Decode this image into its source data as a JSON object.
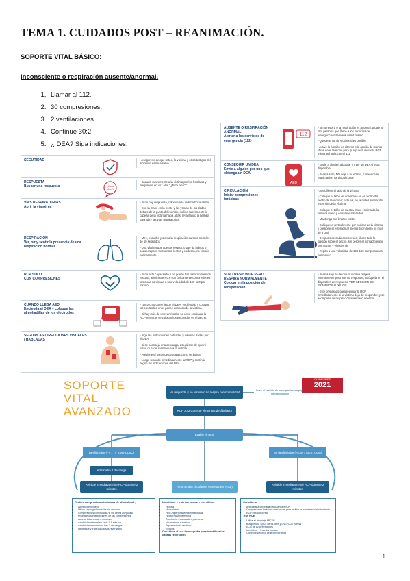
{
  "doc": {
    "title": "TEMA 1. CUIDADOS POST – REANIMACIÓN.",
    "section": "SOPORTE VITAL BÁSICO",
    "section_colon": ":",
    "subsection": "Inconsciente o respiración ausente/anormal.",
    "steps": [
      "Llamar al 112.",
      "30 compresiones.",
      "2 ventilaciones.",
      "Continue 30:2.",
      "¿ DEA? Siga indicaciones."
    ],
    "page_number": "1"
  },
  "bls_left": [
    {
      "label": "SEGURIDAD",
      "sub": "",
      "icon": "shield-check-icon",
      "text": [
        "Asegúrese de que usted, la víctima y otros testigos del incidente estén a salvo."
      ]
    },
    {
      "label": "RESPUESTA",
      "sub": "Buscar una respuesta",
      "icon": "speech-bubble-icon",
      "text": [
        "Sacuda suavemente a la víctima por los hombros y pregúntele en voz alta: \"¿Está bien?\""
      ]
    },
    {
      "label": "VÍAS RESPIRATORIAS",
      "sub": "Abrir la vía aérea",
      "icon": "head-tilt-icon",
      "text": [
        "Si no hay respuesta, coloque a la víctima boca arriba",
        "Con la mano en la frente y las yemas de los dedos debajo de la punta del mentón, incline suavemente la cabeza de la víctima hacia atrás, levantando la barbilla para abrir las vías respiratorias."
      ]
    },
    {
      "label": "RESPIRACIÓN",
      "sub": "Ver, oír y sentir la presencia de una respiración normal",
      "icon": "lungs-icon",
      "text": [
        "Mire, escuche y sienta la respiración durante no más de 10 segundos",
        "Una víctima que apenas respira, o que da jadeos o boqueos poco frecuentes, lentos y ruidosos, no respira normalmente."
      ]
    },
    {
      "label": "RCP SÓLO",
      "sub": "CON COMPRESIONES",
      "icon": "heart-hands-icon",
      "text": [
        "Si no está capacitado o no puede dar respiraciones de rescate, administre RCP con únicamente compresiones torácicas continuas a una velocidad de 100-120 por minuto"
      ]
    },
    {
      "label": "CUANDO LLEGA AED",
      "sub": "Encienda el DEA y coloque las almohadillas de los electrodos",
      "icon": "aed-device-icon",
      "text": [
        "Tan pronto como llegue el DEA, enciéndalo y coloque los electrodos en el pecho desnudo de la víctima.",
        "Si hay más de un reanimador, se debe continuar la RCP mientras se colocan los electrodos en el pecho."
      ]
    },
    {
      "label": "SEGUIRLAS DIRECCIONES VISUALES / HABLADAS",
      "sub": "",
      "icon": "person-pads-icon",
      "text": [
        "Siga las instrucciones habladas y visuales dadas por el DEA",
        "Si se aconseja una descarga, asegúrese de que ni usted ni nadie más toque a la víctima",
        "Presione el botón de descarga como se indica",
        "Luego reanude inmediatamente la RCP y continúe según las indicaciones del DEA"
      ]
    }
  ],
  "bls_right": [
    {
      "label": "AUSENTE O RESPIRACIÓN ANORMAL",
      "sub": "Alertar a los servicios de emergencia (112)",
      "icon": "phone-112-icon",
      "icon_text": "112",
      "text": [
        "Si no respira o la respiración es anormal, pídale a otra persona que llame a los servicios de emergencia o llámelos usted mismo",
        "Quédese con la víctima si es posible",
        "Active la función de altavoz o la opción de manos libres en el teléfono para que pueda iniciar la RCP mientras habla con el 112"
      ]
    },
    {
      "label": "CONSEGUIR UN DEA",
      "sub": "Envíe a alguien por uno que obtenga un DEA",
      "icon": "aed-sign-icon",
      "icon_text": "AED",
      "text": [
        "Envíe a alguien a buscar y traer un DEA si está disponible",
        "Si está solo, NO deje a la víctima, comience la reanimación cardiopulmonar"
      ]
    },
    {
      "label": "CIRCULACIÓN",
      "sub": "Iniciar compresiones torácicas",
      "icon": "cpr-compression-icon",
      "icon_text": "",
      "text": [
        "Arrodíllese al lado de la víctima",
        "Coloque el talón de una mano en el centro del pecho de la víctima; este es, en la mitad inferior del esternón de la víctima",
        "Coloque el talón de su otra mano encima de la primera mano y entrelace los dedos",
        "Mantenga sus brazos rectos",
        "Colóquese verticalmente por encima de la víctima, y presione el esternón al menos 5 cm (pero no más de 6 cm)",
        "Después de cada compresión, libere toda la presión sobre el pecho, sin perder el contacto entre sus manos y el esternón",
        "Repita a una velocidad de 100-120 compresiones por minuto"
      ]
    },
    {
      "label": "SI NO RESPONDE PERO RESPIRA NORMALMENTE",
      "sub": "Colocar en la posición de recuperación",
      "icon": "recovery-position-icon",
      "icon_text": "",
      "text": [
        "Si está seguro de que la víctima respira normalmente pero aún no responde, colóquela en el dispositivo de respuesta VER SECCIÓN DE PRIMEROS AUXILIOS",
        "Esté preparado para reiniciar la RCP inmediatamente si la víctima deja de responder, y se acompañe de respiración ausente o anormal"
      ]
    }
  ],
  "als": {
    "title_lines": [
      "SOPORTE",
      "VITAL",
      "AVANZADO"
    ],
    "badge_label": "GUIDELINES",
    "badge_year": "2021",
    "box_top": "No responde y no respira o no respira con normalidad",
    "side_note": "Avise al servicio de emergencias o equipo de reanimación",
    "box_rcp": "RCP 30:2 Conecte el monitor/desfibrilador",
    "box_rhythm": "Evalúe el ritmo",
    "box_shock": "Desfibrilable (FV / TV SIN PULSO)",
    "box_noshock": "No desfibrilable (AESP / ASISTOLIA)",
    "box_discharge": "Administre 1 descarga",
    "box_resume_left": "Reinicie inmediatamente RCP durante 2 minutos",
    "box_rosc": "Retorno a la circulación espontánea (RCE)",
    "box_resume_right": "Reinicie inmediatamente RCP durante 2 minutos",
    "col1_title": "Realice compresiones torácicas de alta calidad y",
    "col1_items": [
      "Administre oxígeno",
      "Utilice capnografía con forma de onda",
      "Compresiones continuadas si vía aérea asegurada",
      "Minimice las interrupciones de las compresiones",
      "Acceso intravenoso o intraóseo",
      "Administre adrenalina cada 3-5 minutos",
      "Administre amiodarona tras 3 descargas",
      "Identifique y trate las causas reversibles"
    ],
    "col2_title": "Identifique y trate las causas reversibles",
    "col2_items": [
      "Hipoxia",
      "Hipovolemia",
      "Hipo-/hiperpotasemia/metabólicas",
      "Hipotermia/Hipertermia",
      "Trombosis – coronaria o pulmonar",
      "Neumotórax a tensión",
      "Taponamiento cardíaco",
      "Tóxicos"
    ],
    "col2_note": "Considere el uso de ecografía para identificar las causas reversibles",
    "col3_title": "Considerar",
    "col3_items": [
      "Angiografía coronaria percutánea e ICP",
      "Compresiones torácicas mecánicas para facilitar la transferencia/tratamiento",
      "RCP extracorpórea"
    ],
    "col3_title2": "Tras RCE",
    "col3_items2": [
      "Utilice el abordaje ABCDE",
      "Busque una SpO2 de 94-98% y una PCO2 normal",
      "ECG de 12 derivaciones",
      "Identifique y trate las causas",
      "Control específico de la temperatura"
    ]
  }
}
